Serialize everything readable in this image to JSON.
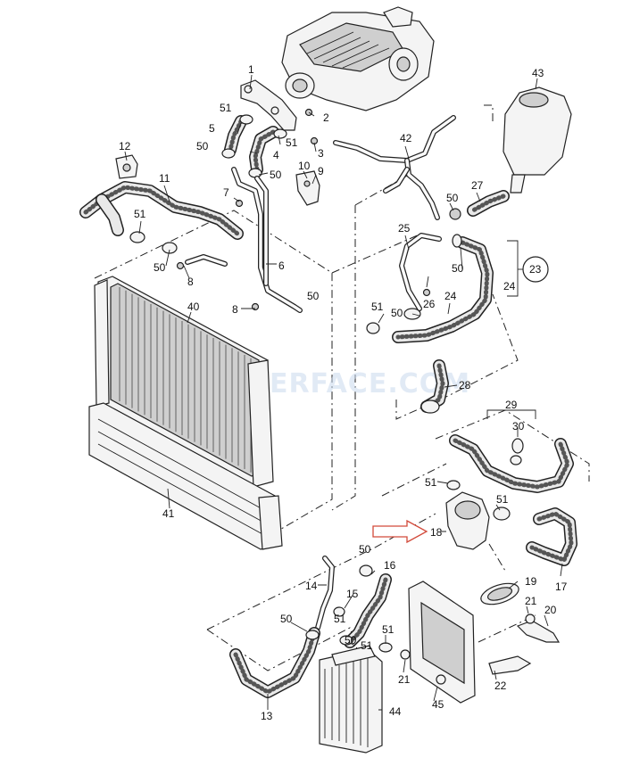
{
  "watermark": "IFIXERFACE.COM",
  "callouts": {
    "c1": "1",
    "c2": "2",
    "c3": "3",
    "c4": "4",
    "c5": "5",
    "c6": "6",
    "c7": "7",
    "c8a": "8",
    "c8b": "8",
    "c9": "9",
    "c10": "10",
    "c11": "11",
    "c12": "12",
    "c13": "13",
    "c14": "14",
    "c15": "15",
    "c16": "16",
    "c17": "17",
    "c18": "18",
    "c19": "19",
    "c20": "20",
    "c21a": "21",
    "c21b": "21",
    "c22": "22",
    "c23": "23",
    "c24a": "24",
    "c24b": "24",
    "c25": "25",
    "c26": "26",
    "c27": "27",
    "c28": "28",
    "c29": "29",
    "c30": "30",
    "c40": "40",
    "c41": "41",
    "c42": "42",
    "c43": "43",
    "c44": "44",
    "c45": "45",
    "c50a": "50",
    "c50b": "50",
    "c50c": "50",
    "c50d": "50",
    "c50e": "50",
    "c50f": "50",
    "c50g": "50",
    "c50h": "50",
    "c50i": "50",
    "c50j": "50",
    "c51a": "51",
    "c51b": "51",
    "c51c": "51",
    "c51d": "51",
    "c51e": "51",
    "c51f": "51",
    "c51g": "51",
    "c51h": "51",
    "c51i": "51"
  },
  "highlight": {
    "arrow_target": "18",
    "arrow_color": "#d24a3a"
  },
  "colors": {
    "line": "#222222",
    "watermark": "#c9d9ee"
  }
}
